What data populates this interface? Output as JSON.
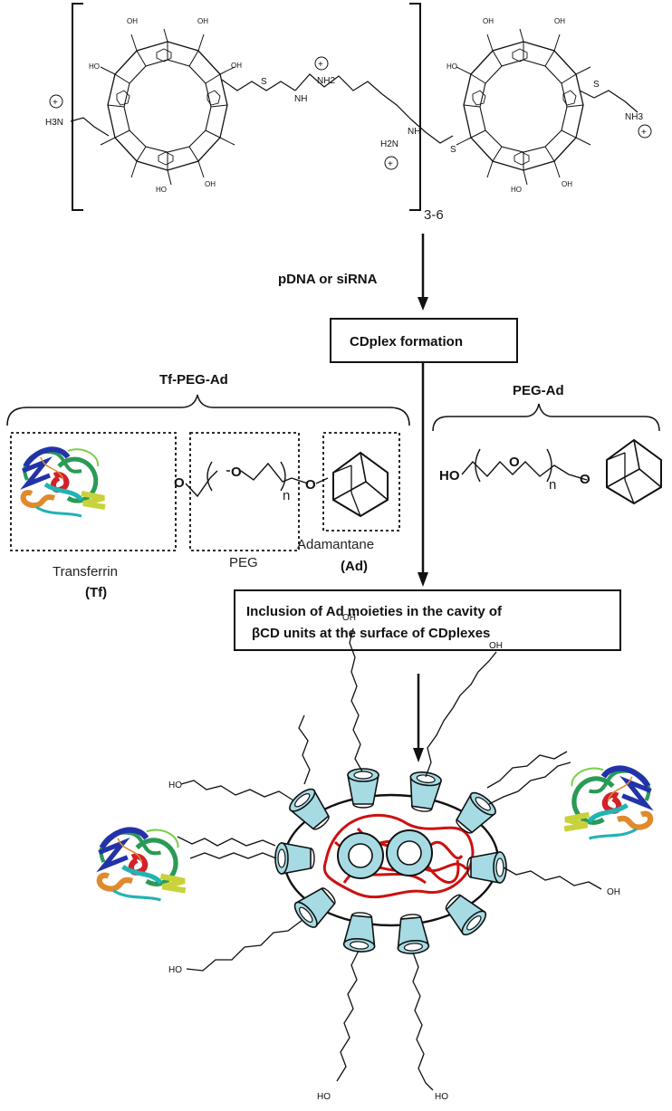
{
  "scheme": {
    "polymer_repeat": "3-6",
    "arrow1_label": "pDNA or siRNA",
    "box1": "CDplex formation",
    "tf_peg_ad_label": "Tf-PEG-Ad",
    "peg_ad_label": "PEG-Ad",
    "peg_label": "PEG",
    "n_subscript": "n",
    "transferrin_label": "Transferrin",
    "tf_abbr_open": "(",
    "tf_abbr": "Tf",
    "tf_abbr_close": ")",
    "adamantane_label": "Adamantane",
    "ad_abbr_open": "(",
    "ad_abbr": "Ad",
    "ad_abbr_close": ")",
    "box2_line1": "Inclusion of Ad moieties in the cavity of",
    "box2_line2": "βCD units at the surface of CDplexes"
  },
  "chem": {
    "oh": "OH",
    "ho": "HO",
    "o": "O",
    "s": "S",
    "nh": "NH",
    "nh2": "NH2",
    "h2n": "H2N",
    "h3n": "H3N",
    "nh3": "NH3",
    "plus": "+"
  },
  "colors": {
    "cd_fill": "#a6dbe4",
    "nucleic_acid": "#cc1111",
    "protein_blue": "#2233aa",
    "protein_green": "#2a9a55",
    "protein_cyan": "#22b3b3",
    "protein_orange": "#e08a2e",
    "protein_red": "#d4202a",
    "protein_yellow": "#c9d23a"
  }
}
